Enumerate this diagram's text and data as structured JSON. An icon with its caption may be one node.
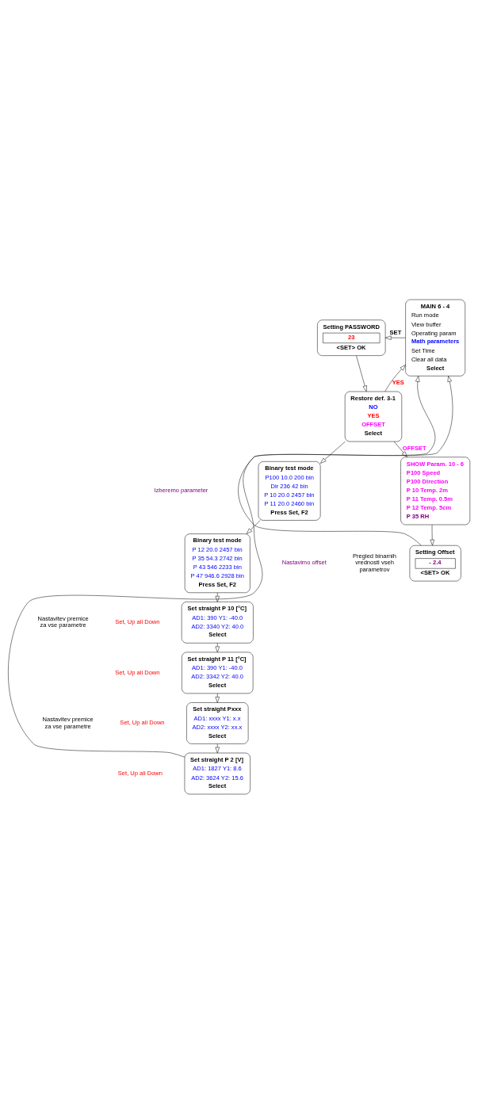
{
  "diagram": {
    "nodes": [
      {
        "text": [
          "MAIN 6 - 4",
          "Run mode",
          "View buffer",
          "Operating param",
          "Math parameters",
          "Set Time",
          "Clear all data",
          "Select"
        ]
      },
      {
        "text": [
          "Setting PASSWORD",
          "23",
          "<SET> OK"
        ]
      },
      {
        "text": [
          "Restore def. 3-1",
          "NO",
          "YES",
          "OFFSET",
          "Select"
        ]
      },
      {
        "text": [
          "SHOW Param. 10 - 6",
          "P100 Speed",
          "P100 Direction",
          "P 10 Temp. 2m",
          "P 11 Temp. 0.5m",
          "P 12 Temp. 5cm",
          "P 35 RH"
        ]
      },
      {
        "text": [
          "Setting Offset",
          "- 2.4",
          "<SET> OK"
        ]
      },
      {
        "text": [
          "Binary test mode",
          "P100 10.0 200 bin",
          "Dir 236 42 bin",
          "P 10 20.0 2457 bin",
          "P 11 20.0 2460 bin",
          "Press Set, F2"
        ]
      },
      {
        "text": [
          "Binary test mode",
          "P 12 20.0 2457 bin",
          "P 35 54.3 2742 bin",
          "P 43 546 2233 bin",
          "P 47 946.6 2928 bin",
          "Press Set, F2"
        ]
      },
      {
        "text": [
          "Set straight P 10 [°C]",
          "AD1: 390 Y1: -40.0",
          "AD2: 3340 Y2: 40.0",
          "Select"
        ]
      },
      {
        "text": [
          "Set straight P 11 [°C]",
          "AD1: 390 Y1: -40.0",
          "AD2: 3342 Y2: 40.0",
          "Select"
        ]
      },
      {
        "text": [
          "Set straight Pxxx",
          "AD1: xxxx Y1: x.x",
          "AD2: xxxx Y2: xx.x",
          "Select"
        ]
      },
      {
        "text": [
          "Set straight P 2 [V]",
          "AD1: 1827 Y1: 8.6",
          "AD2: 3624 Y2: 15.6",
          "Select"
        ]
      }
    ],
    "edges": [
      {
        "from": 0,
        "to": 1,
        "arrow": "to",
        "label": "SET"
      },
      {
        "from": 1,
        "to": 2,
        "arrow": "to"
      },
      {
        "from": 2,
        "to": 0,
        "arrow": "to",
        "label": "YES"
      },
      {
        "from": 2,
        "to": 3,
        "arrow": "to",
        "label": "OFFSET"
      },
      {
        "from": 2,
        "to": 5,
        "arrow": "to"
      },
      {
        "from": 3,
        "to": 4,
        "arrow": "to"
      },
      {
        "from": 5,
        "to": 6,
        "arrow": "to"
      },
      {
        "from": 6,
        "to": 7,
        "arrow": "to"
      },
      {
        "from": 7,
        "to": 8,
        "arrow": "to"
      },
      {
        "from": 8,
        "to": 9,
        "arrow": "to"
      },
      {
        "from": 9,
        "to": 10,
        "arrow": "to"
      },
      {
        "from": 4,
        "to": 0,
        "arrow": "to"
      },
      {
        "from": 10,
        "to": 0,
        "arrow": "to"
      }
    ],
    "labels": [
      "Izberemo parameter",
      "Nastavimo offset",
      "Pregled binarnih vrednosti vseh parametrov",
      "Nastavitev premice za vse parametre",
      "Set, Up ali Down",
      "Set, Up ali Down",
      "Nastavitev premice za vse parametre",
      "Set, Up ali Down",
      "Set, Up ali Down"
    ]
  }
}
